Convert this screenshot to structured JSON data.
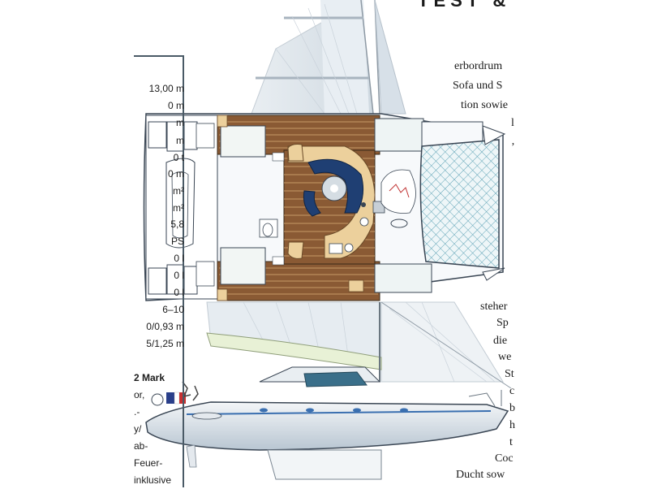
{
  "article": {
    "headline": "TEST &"
  },
  "specs": {
    "lines": [
      "13,00 m",
      "0 m",
      "m",
      "m",
      "0 t",
      "0 m",
      "m²",
      "m²",
      "5,8",
      "PS",
      "0 l",
      "0 l",
      "0 l",
      "6–10",
      "0/0,93 m",
      "5/1,25 m"
    ]
  },
  "sidebar": {
    "heading": "2 Mark",
    "lines": [
      "or,",
      ".-",
      "y/",
      "ab-",
      "Feuer-",
      "inklusive"
    ]
  },
  "body_text": {
    "lines": [
      "erbordrum",
      "Sofa und S",
      "tion sowie",
      "l",
      "’",
      "steher",
      "Sp",
      "die",
      "we",
      "St",
      "c",
      "b",
      "h",
      "t",
      "Coc",
      "Ducht sow"
    ]
  },
  "colors": {
    "hull_blue": "#3a6fb0",
    "sail_gray": "#dfe6ec",
    "deck_brown": "#7a4a2a",
    "wood": "#e9c98f",
    "sofa_blue": "#1f3f73",
    "net_blue": "#7fb8c8"
  }
}
